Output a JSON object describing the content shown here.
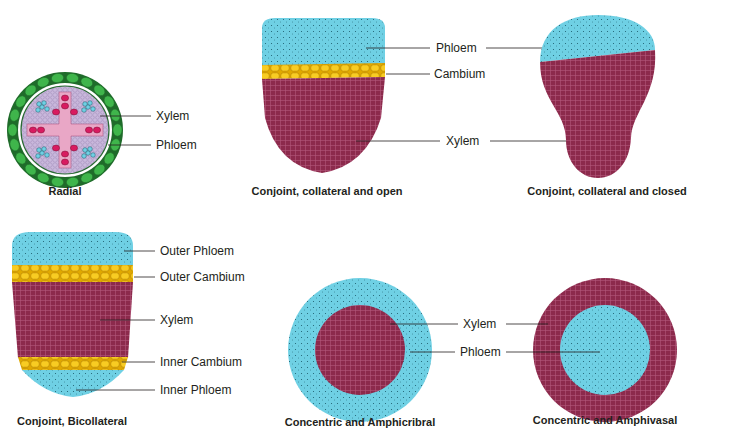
{
  "diagram": {
    "labels": [
      "Xylem",
      "Phloem",
      "Radial",
      "Phloem",
      "Cambium",
      "Xylem",
      "Conjoint, collateral and open",
      "Conjoint, collateral and closed",
      "Outer Phloem",
      "Outer Cambium",
      "Xylem",
      "Inner Cambium",
      "Inner Phloem",
      "Conjoint, Bicollateral",
      "Xylem",
      "Phloem",
      "Concentric and Amphicribral",
      "Concentric and Amphivasal"
    ]
  }
}
